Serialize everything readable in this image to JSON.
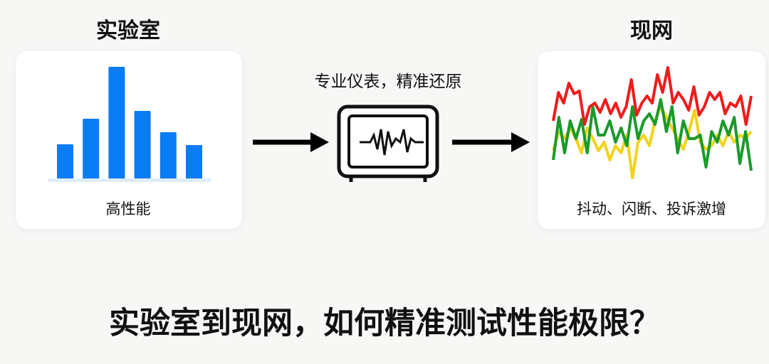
{
  "left": {
    "title": "实验室",
    "caption": "高性能",
    "bar_values": [
      49,
      85,
      158,
      96,
      66,
      48
    ],
    "bar_color": "#0a7cf5"
  },
  "middle": {
    "caption": "专业仪表，精准还原"
  },
  "right": {
    "title": "现网",
    "caption": "抖动、闪断、投诉激增",
    "series": [
      {
        "name": "red",
        "color": "#ee1c1c",
        "values": [
          90,
          130,
          115,
          143,
          128,
          132,
          85,
          110,
          115,
          102,
          120,
          100,
          115,
          95,
          110,
          148,
          98,
          115,
          125,
          115,
          155,
          130,
          165,
          115,
          130,
          120,
          105,
          138,
          98,
          110,
          130,
          120,
          130,
          100,
          115,
          110,
          125,
          85,
          125
        ]
      },
      {
        "name": "green",
        "color": "#1a9a2a",
        "values": [
          35,
          95,
          45,
          90,
          65,
          92,
          45,
          110,
          70,
          70,
          90,
          60,
          80,
          55,
          110,
          65,
          90,
          100,
          85,
          120,
          75,
          110,
          45,
          90,
          65,
          65,
          70,
          25,
          75,
          60,
          90,
          70,
          95,
          30,
          75,
          20
        ]
      },
      {
        "name": "yellow",
        "color": "#f2d21a",
        "values": [
          48,
          75,
          65,
          80,
          65,
          45,
          80,
          65,
          48,
          60,
          35,
          55,
          45,
          70,
          10,
          60,
          70,
          55,
          90,
          110,
          95,
          80,
          65,
          50,
          75,
          105,
          60,
          50,
          55,
          70,
          55,
          75,
          60,
          70,
          65,
          75
        ]
      }
    ]
  },
  "headline": "实验室到现网，如何精准测试性能极限？"
}
